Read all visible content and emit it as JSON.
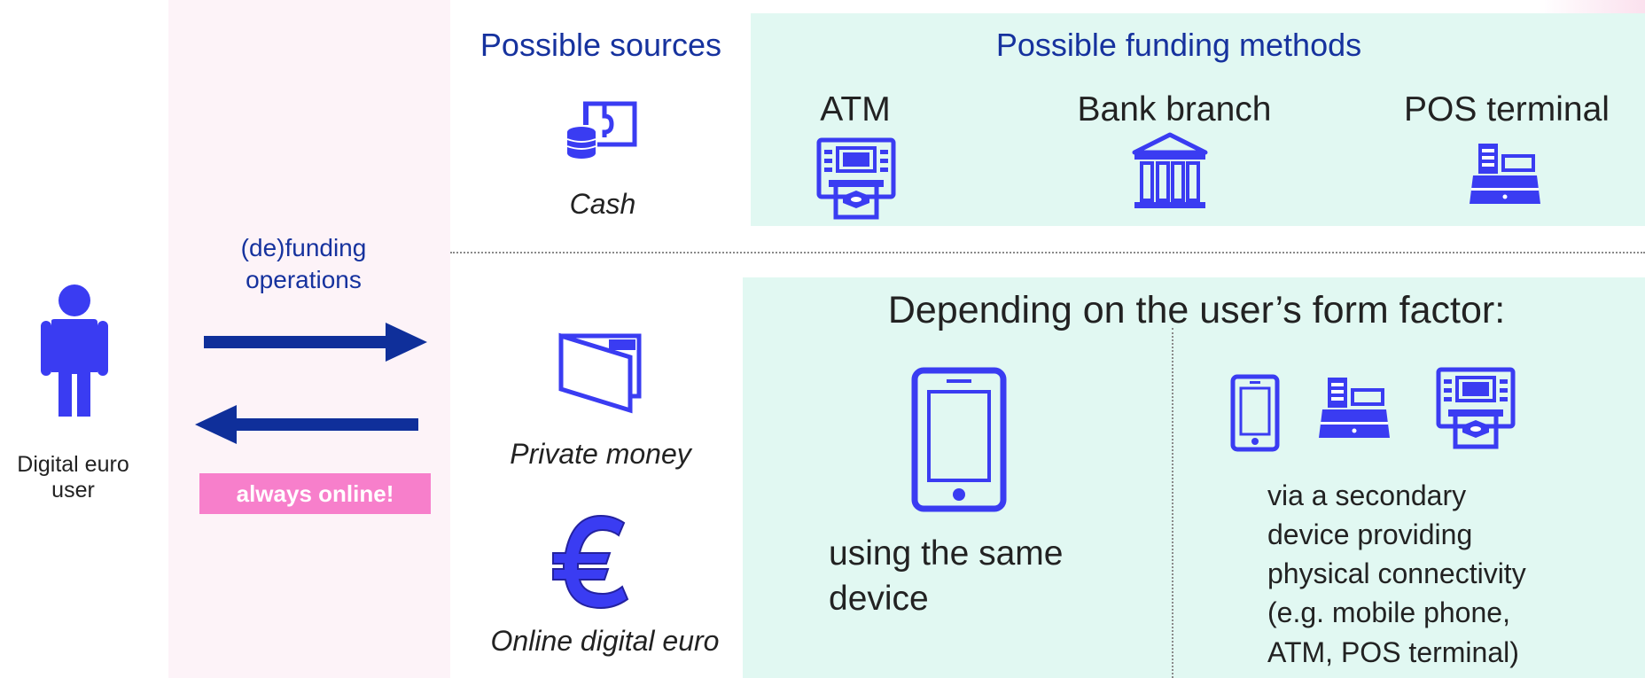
{
  "user": {
    "label_line1": "Digital euro",
    "label_line2": "user",
    "icon": "person-icon"
  },
  "operations": {
    "line1": "(de)funding",
    "line2": "operations",
    "badge": "always online!"
  },
  "sources": {
    "title": "Possible sources",
    "items": [
      {
        "label": "Cash",
        "icon": "cash-icon"
      },
      {
        "label": "Private money",
        "icon": "wallet-icon"
      },
      {
        "label": "Online digital euro",
        "icon": "euro-icon"
      }
    ]
  },
  "funding": {
    "title": "Possible funding methods",
    "methods": [
      {
        "label": "ATM",
        "icon": "atm-icon"
      },
      {
        "label": "Bank branch",
        "icon": "bank-icon"
      },
      {
        "label": "POS terminal",
        "icon": "pos-terminal-icon"
      }
    ]
  },
  "form_factor": {
    "title": "Depending on the user’s form factor:",
    "same_device": {
      "line1": "using the same",
      "line2": "device",
      "icon": "smartphone-icon"
    },
    "secondary": {
      "lines": [
        "via a secondary",
        "device providing",
        "physical connectivity",
        "(e.g. mobile phone,",
        "ATM, POS terminal)"
      ],
      "icons": [
        "smartphone-icon",
        "pos-terminal-icon",
        "atm-icon"
      ]
    }
  },
  "colors": {
    "icon_blue": "#3a3cf2",
    "arrow_navy": "#0f2f9a",
    "title_blue": "#16329e",
    "badge_pink": "#f77fcb",
    "panel_green": "#e1f8f2",
    "panel_pink": "#fdf3f8"
  }
}
